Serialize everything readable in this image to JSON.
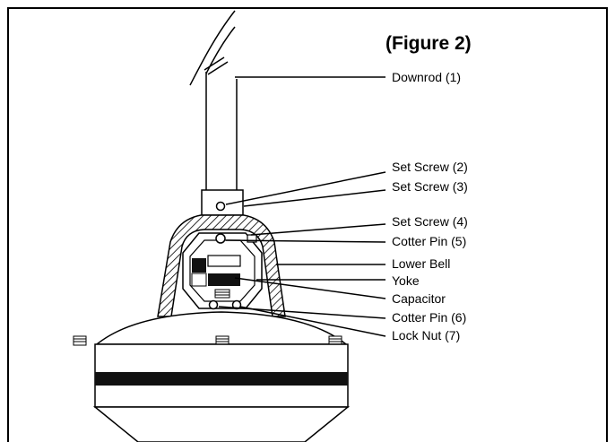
{
  "figure": {
    "title": "(Figure 2)"
  },
  "callouts": [
    {
      "id": "downrod",
      "label": "Downrod (1)"
    },
    {
      "id": "set-screw-2",
      "label": "Set Screw (2)"
    },
    {
      "id": "set-screw-3",
      "label": "Set Screw (3)"
    },
    {
      "id": "set-screw-4",
      "label": "Set Screw (4)"
    },
    {
      "id": "cotter-pin-5",
      "label": "Cotter Pin (5)"
    },
    {
      "id": "lower-bell",
      "label": "Lower Bell"
    },
    {
      "id": "yoke",
      "label": "Yoke"
    },
    {
      "id": "capacitor",
      "label": "Capacitor"
    },
    {
      "id": "cotter-pin-6",
      "label": "Cotter Pin (6)"
    },
    {
      "id": "lock-nut-7",
      "label": "Lock Nut (7)"
    }
  ]
}
